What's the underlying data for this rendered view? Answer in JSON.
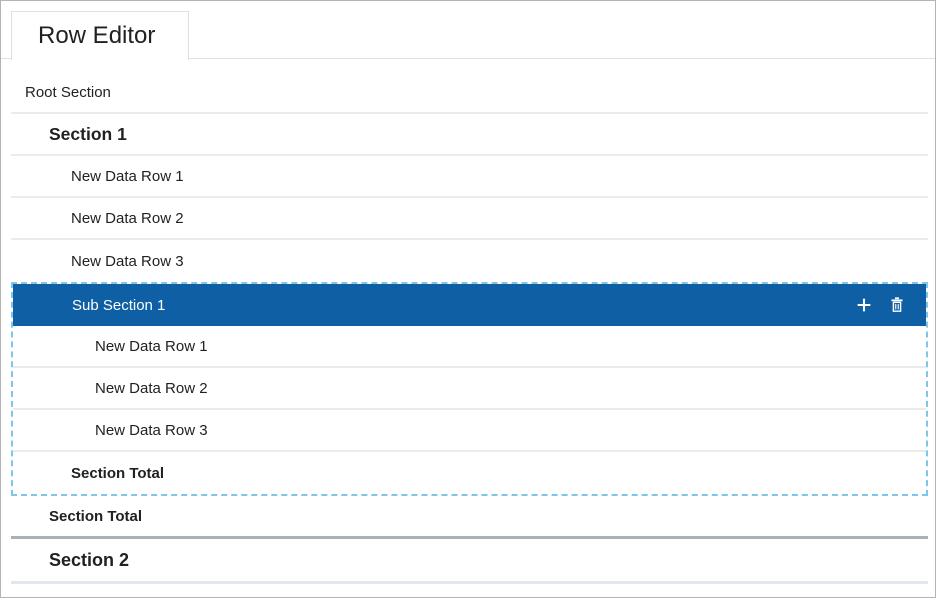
{
  "tab": {
    "label": "Row Editor"
  },
  "tree": {
    "root": {
      "label": "Root Section"
    },
    "section1": {
      "title": "Section 1",
      "rows": [
        "New Data Row 1",
        "New Data Row 2",
        "New Data Row 3"
      ],
      "total_label": "Section Total"
    },
    "subsection1": {
      "title": "Sub Section 1",
      "selected": true,
      "rows": [
        "New Data Row 1",
        "New Data Row 2",
        "New Data Row 3"
      ],
      "total_label": "Section Total",
      "actions": [
        {
          "icon": "plus-icon",
          "action": "add-row"
        },
        {
          "icon": "trash-icon",
          "action": "delete-subsection"
        }
      ]
    },
    "section2": {
      "title": "Section 2"
    }
  },
  "colors": {
    "selection_blue": "#0e5fa4",
    "selection_outline": "#7fc6ea",
    "row_divider": "#eaebeb",
    "section_end_divider": "#a9b2ba",
    "tab_border": "#e0e0e0",
    "frame_border": "#b3b3b3",
    "text": "#212121",
    "selected_text": "#ffffff"
  }
}
